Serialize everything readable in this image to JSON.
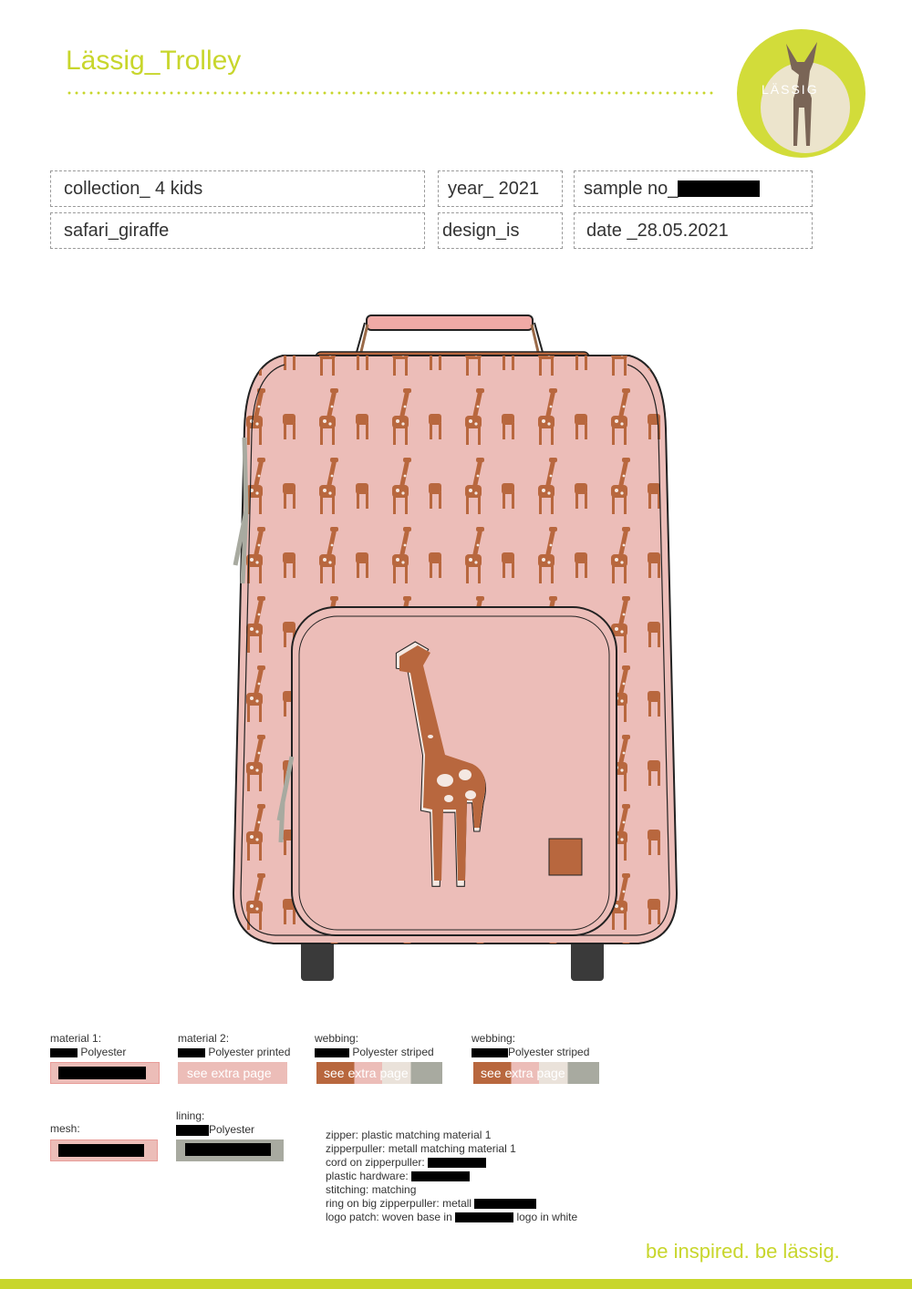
{
  "header": {
    "title": "Lässig_Trolley",
    "logo_text": "LÄSSIG"
  },
  "info": {
    "collection": "collection_  4 kids",
    "design": "safari_giraffe",
    "year": "year_  2021",
    "designer": "design_is",
    "sample": "sample no_",
    "date": "date _28.05.2021"
  },
  "materials": [
    {
      "label": "material 1:",
      "desc": " Polyester",
      "swatch_color": "#ecbdb8",
      "swatch_text": ""
    },
    {
      "label": "material 2:",
      "desc": " Polyester printed",
      "swatch_color": "#ecbdb8",
      "swatch_text": "see extra page"
    },
    {
      "label": "webbing:",
      "desc": " Polyester striped",
      "swatch_color": "#b8673e",
      "swatch_text": "see extra page"
    },
    {
      "label": "webbing:",
      "desc": "Polyester striped",
      "swatch_color": "#b8673e",
      "swatch_text": "see extra page"
    }
  ],
  "mesh": {
    "label": "mesh:",
    "swatch_color": "#ecbdb8"
  },
  "lining": {
    "label": "lining:",
    "desc": "Polyester",
    "swatch_color": "#a8aaa0"
  },
  "specs": [
    "zipper: plastic matching material 1",
    "zipperpuller: metall matching material 1",
    "cord on zipperpuller:",
    "plastic hardware:",
    "stitching: matching",
    "ring on big zipperpuller: metall",
    "logo patch: woven base in",
    "logo in white"
  ],
  "tagline": "be inspired. be lässig.",
  "colors": {
    "accent": "#c8d62c",
    "bag": "#ecbdb8",
    "giraffe": "#b8673e",
    "zipper": "#a8aaa0",
    "wheel": "#3a3a3a"
  }
}
